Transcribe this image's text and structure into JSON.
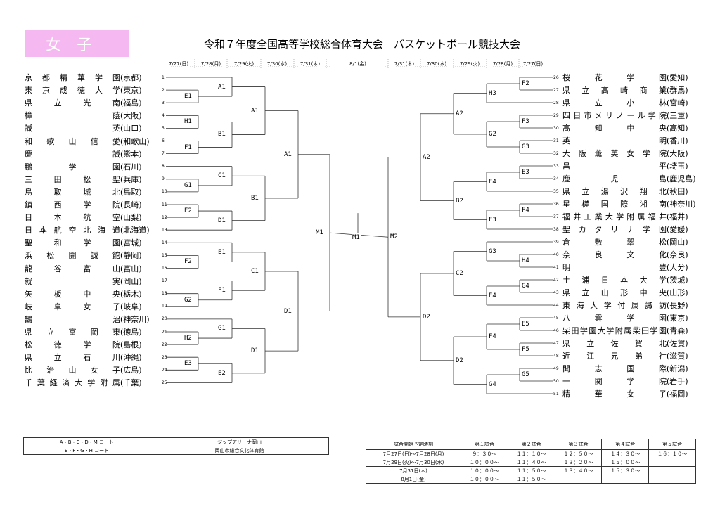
{
  "header": {
    "girls_label": "女子",
    "title": "令和７年度全国高等学校総合体育大会　バスケットボール競技大会"
  },
  "dates": {
    "left": [
      "7/27(日)",
      "7/28(月)",
      "7/29(火)",
      "7/30(水)",
      "7/31(木)"
    ],
    "center": "8/1(金)",
    "right": [
      "7/31(木)",
      "7/30(水)",
      "7/29(火)",
      "7/28(月)",
      "7/27(日)"
    ]
  },
  "left_teams": [
    {
      "num": "1",
      "name": "京都精華学園",
      "pref": "(京都)"
    },
    {
      "num": "2",
      "name": "東京成徳大学",
      "pref": "(東京)"
    },
    {
      "num": "3",
      "name": "県立光南",
      "pref": "(福島)"
    },
    {
      "num": "4",
      "name": "樟蔭",
      "pref": "(大阪)"
    },
    {
      "num": "5",
      "name": "誠英",
      "pref": "(山口)"
    },
    {
      "num": "6",
      "name": "和歌山信愛",
      "pref": "(和歌山)"
    },
    {
      "num": "7",
      "name": "慶誠",
      "pref": "(熊本)"
    },
    {
      "num": "8",
      "name": "鵬学園",
      "pref": "(石川)"
    },
    {
      "num": "9",
      "name": "三田松聖",
      "pref": "(兵庫)"
    },
    {
      "num": "10",
      "name": "鳥取城北",
      "pref": "(鳥取)"
    },
    {
      "num": "11",
      "name": "鎮西学院",
      "pref": "(長崎)"
    },
    {
      "num": "12",
      "name": "日本航空",
      "pref": "(山梨)"
    },
    {
      "num": "13",
      "name": "日本航空北海道",
      "pref": "(北海道)"
    },
    {
      "num": "14",
      "name": "聖和学園",
      "pref": "(宮城)"
    },
    {
      "num": "15",
      "name": "浜松開誠館",
      "pref": "(静岡)"
    },
    {
      "num": "16",
      "name": "龍谷富山",
      "pref": "(富山)"
    },
    {
      "num": "17",
      "name": "就実",
      "pref": "(岡山)"
    },
    {
      "num": "18",
      "name": "矢板中央",
      "pref": "(栃木)"
    },
    {
      "num": "19",
      "name": "岐阜女子",
      "pref": "(岐阜)"
    },
    {
      "num": "20",
      "name": "鵠沼",
      "pref": "(神奈川)"
    },
    {
      "num": "21",
      "name": "県立富岡東",
      "pref": "(徳島)"
    },
    {
      "num": "22",
      "name": "松徳学院",
      "pref": "(島根)"
    },
    {
      "num": "23",
      "name": "県立石川",
      "pref": "(沖縄)"
    },
    {
      "num": "24",
      "name": "比治山女子",
      "pref": "(広島)"
    },
    {
      "num": "25",
      "name": "千葉経済大学附属",
      "pref": "(千葉)"
    }
  ],
  "right_teams": [
    {
      "num": "26",
      "name": "桜花学園",
      "pref": "(愛知)"
    },
    {
      "num": "27",
      "name": "県立高崎商業",
      "pref": "(群馬)"
    },
    {
      "num": "28",
      "name": "県立小林",
      "pref": "(宮崎)"
    },
    {
      "num": "29",
      "name": "四日市メリノール学院",
      "pref": "(三重)"
    },
    {
      "num": "30",
      "name": "高知中央",
      "pref": "(高知)"
    },
    {
      "num": "31",
      "name": "英明",
      "pref": "(香川)"
    },
    {
      "num": "32",
      "name": "大阪薫英女学院",
      "pref": "(大阪)"
    },
    {
      "num": "33",
      "name": "昌平",
      "pref": "(埼玉)"
    },
    {
      "num": "34",
      "name": "鹿児島",
      "pref": "(鹿児島)"
    },
    {
      "num": "35",
      "name": "県立湯沢翔北",
      "pref": "(秋田)"
    },
    {
      "num": "36",
      "name": "星槎国際湘南",
      "pref": "(神奈川)"
    },
    {
      "num": "37",
      "name": "福井工業大学附属福井",
      "pref": "(福井)"
    },
    {
      "num": "38",
      "name": "聖カタリナ学園",
      "pref": "(愛媛)"
    },
    {
      "num": "39",
      "name": "倉敷翠松",
      "pref": "(岡山)"
    },
    {
      "num": "40",
      "name": "奈良文化",
      "pref": "(奈良)"
    },
    {
      "num": "41",
      "name": "明豊",
      "pref": "(大分)"
    },
    {
      "num": "42",
      "name": "土浦日本大学",
      "pref": "(茨城)"
    },
    {
      "num": "43",
      "name": "県立山形中央",
      "pref": "(山形)"
    },
    {
      "num": "44",
      "name": "東海大学付属諏訪",
      "pref": "(長野)"
    },
    {
      "num": "45",
      "name": "八雲学園",
      "pref": "(東京)"
    },
    {
      "num": "46",
      "name": "柴田学園大学附属柴田学園",
      "pref": "(青森)"
    },
    {
      "num": "47",
      "name": "県立佐賀北",
      "pref": "(佐賀)"
    },
    {
      "num": "48",
      "name": "近江兄弟社",
      "pref": "(滋賀)"
    },
    {
      "num": "49",
      "name": "開志国際",
      "pref": "(新潟)"
    },
    {
      "num": "50",
      "name": "一関学院",
      "pref": "(岩手)"
    },
    {
      "num": "51",
      "name": "精華女子",
      "pref": "(福岡)"
    }
  ],
  "game_labels": {
    "left": [
      "E1",
      "H1",
      "F1",
      "G1",
      "E2",
      "F2",
      "G2",
      "H2",
      "E3",
      "A1",
      "B1",
      "C1",
      "D1",
      "E1",
      "F1",
      "G1",
      "E2",
      "A1",
      "B1",
      "C1",
      "D1",
      "A1",
      "D1",
      "M1"
    ],
    "right": [
      "F2",
      "H3",
      "F3",
      "G2",
      "G3",
      "E3",
      "E4",
      "F4",
      "F3",
      "G3",
      "H4",
      "G4",
      "E4",
      "E5",
      "F4",
      "F5",
      "G5",
      "G4",
      "A2",
      "B2",
      "C2",
      "D2",
      "A2",
      "D2",
      "M2"
    ],
    "center": "M1"
  },
  "venues": [
    {
      "courts": "A・B・C・D・M コート",
      "venue": "ジップアリーナ岡山"
    },
    {
      "courts": "E・F・G・H コート",
      "venue": "岡山市総合文化体育館"
    }
  ],
  "schedule": {
    "header": [
      "試合開始予定時刻",
      "第１試合",
      "第２試合",
      "第３試合",
      "第４試合",
      "第５試合"
    ],
    "rows": [
      [
        "7月27日(日)～7月28日(月)",
        "９：３０～",
        "１１：１０～",
        "１２：５０～",
        "１４：３０～",
        "１６：１０～"
      ],
      [
        "7月29日(火)～7月30日(水)",
        "１０：００～",
        "１１：４０～",
        "１３：２０～",
        "１５：００～",
        ""
      ],
      [
        "7月31日(木)",
        "１０：００～",
        "１１：５０～",
        "１３：４０～",
        "１５：３０～",
        ""
      ],
      [
        "8月1日(金)",
        "１０：００～",
        "１１：５０～",
        "",
        "",
        ""
      ]
    ]
  }
}
